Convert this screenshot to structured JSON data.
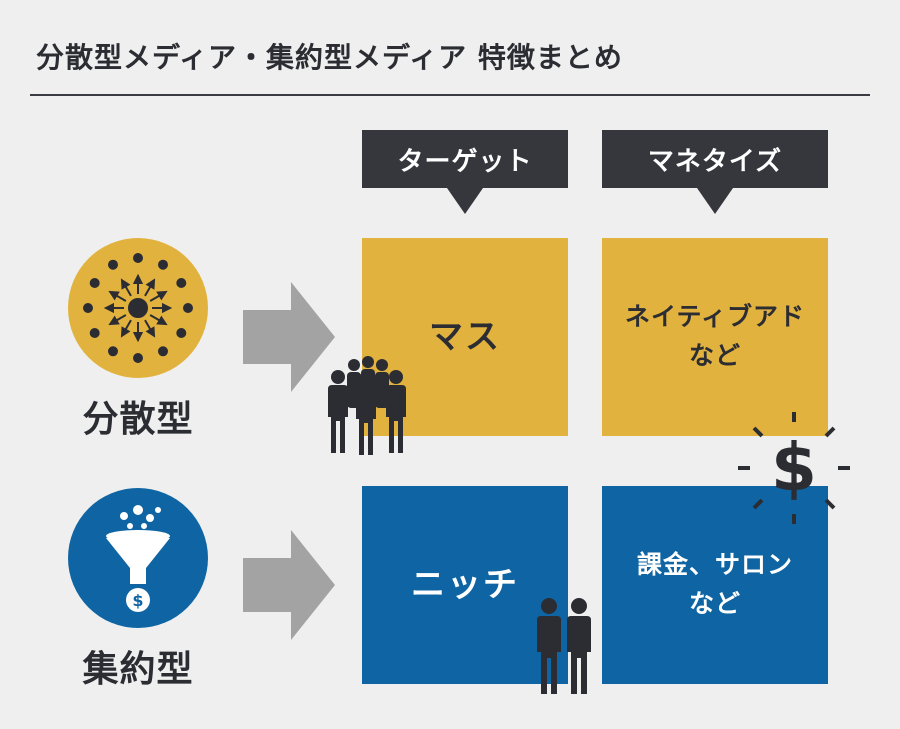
{
  "title": "分散型メディア・集約型メディア 特徴まとめ",
  "columns": {
    "target": "ターゲット",
    "monetize": "マネタイズ"
  },
  "rows": {
    "distributed": {
      "label": "分散型",
      "target": "マス",
      "monetize_line1": "ネイティブアド",
      "monetize_line2": "など"
    },
    "aggregated": {
      "label": "集約型",
      "target": "ニッチ",
      "monetize_line1": "課金、サロン",
      "monetize_line2": "など"
    }
  },
  "icons": {
    "distributed": "radiating-network-icon",
    "aggregated": "funnel-coin-icon",
    "crowd": "crowd-silhouette-icon",
    "pair": "two-people-silhouette-icon",
    "money": "dollar-sign-icon"
  },
  "colors": {
    "gold": "#e2b23e",
    "blue": "#0f65a3",
    "dark": "#35373d",
    "arrow": "#a3a3a3",
    "background": "#efefef"
  }
}
